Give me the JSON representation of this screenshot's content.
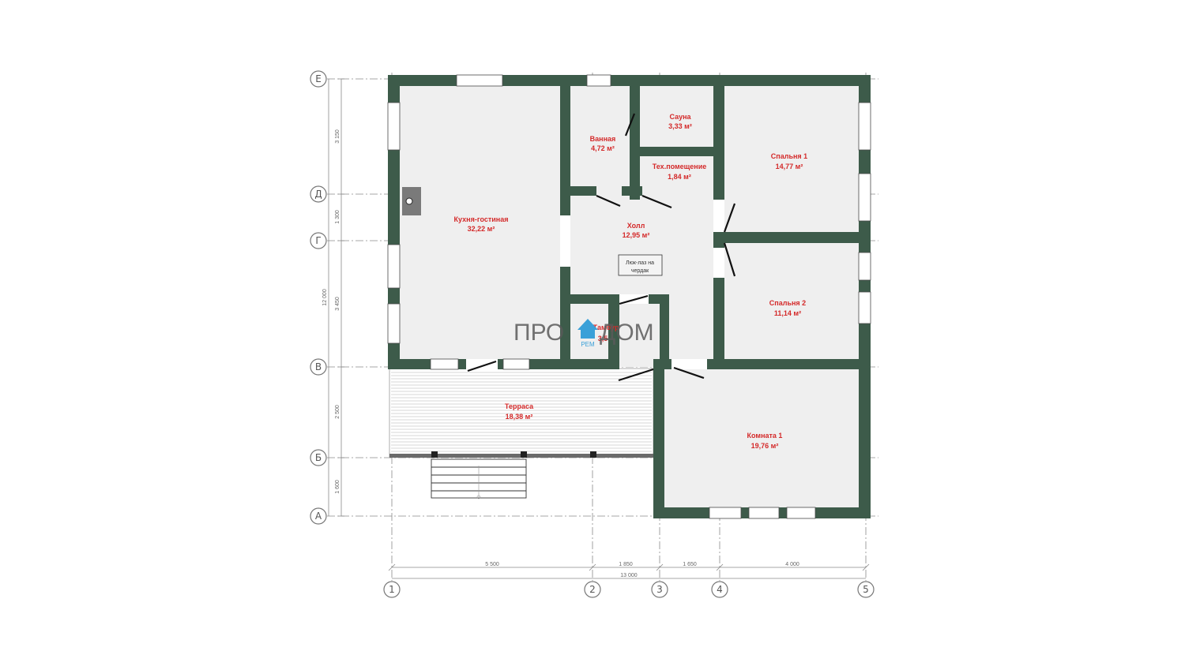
{
  "axes_horizontal": [
    "Е",
    "Д",
    "Г",
    "В",
    "Б",
    "А"
  ],
  "axes_vertical": [
    "1",
    "2",
    "3",
    "4",
    "5"
  ],
  "dims_left": [
    "3 150",
    "1 300",
    "3 450",
    "2 500",
    "1 600"
  ],
  "dim_left_total": "12 000",
  "dims_bottom": [
    "5 500",
    "1 850",
    "1 650",
    "4 000"
  ],
  "dim_bottom_total": "13 000",
  "rooms": [
    {
      "name": "Кухня-гостиная",
      "area": "32,22 м²"
    },
    {
      "name": "Ванная",
      "area": "4,72 м²"
    },
    {
      "name": "Сауна",
      "area": "3,33 м²"
    },
    {
      "name": "Тех.помещение",
      "area": "1,84 м²"
    },
    {
      "name": "Спальня 1",
      "area": "14,77 м²"
    },
    {
      "name": "Холл",
      "area": "12,95 м²"
    },
    {
      "name": "Спальня 2",
      "area": "11,14 м²"
    },
    {
      "name": "Тамбур",
      "area": "3,5"
    },
    {
      "name": "Терраса",
      "area": "18,38 м²"
    },
    {
      "name": "Комната 1",
      "area": "19,76 м²"
    }
  ],
  "note": {
    "line1": "Люк-лаз на",
    "line2": "чердак"
  },
  "logo": {
    "left": "ПРО",
    "right": "ДОМ",
    "sub": "РЕМ"
  },
  "colors": {
    "wall": "#3d5b4a",
    "wall_fill": "#cfe3d0",
    "room_label": "#d42a2a",
    "logo_blue": "#3aa0d8"
  }
}
